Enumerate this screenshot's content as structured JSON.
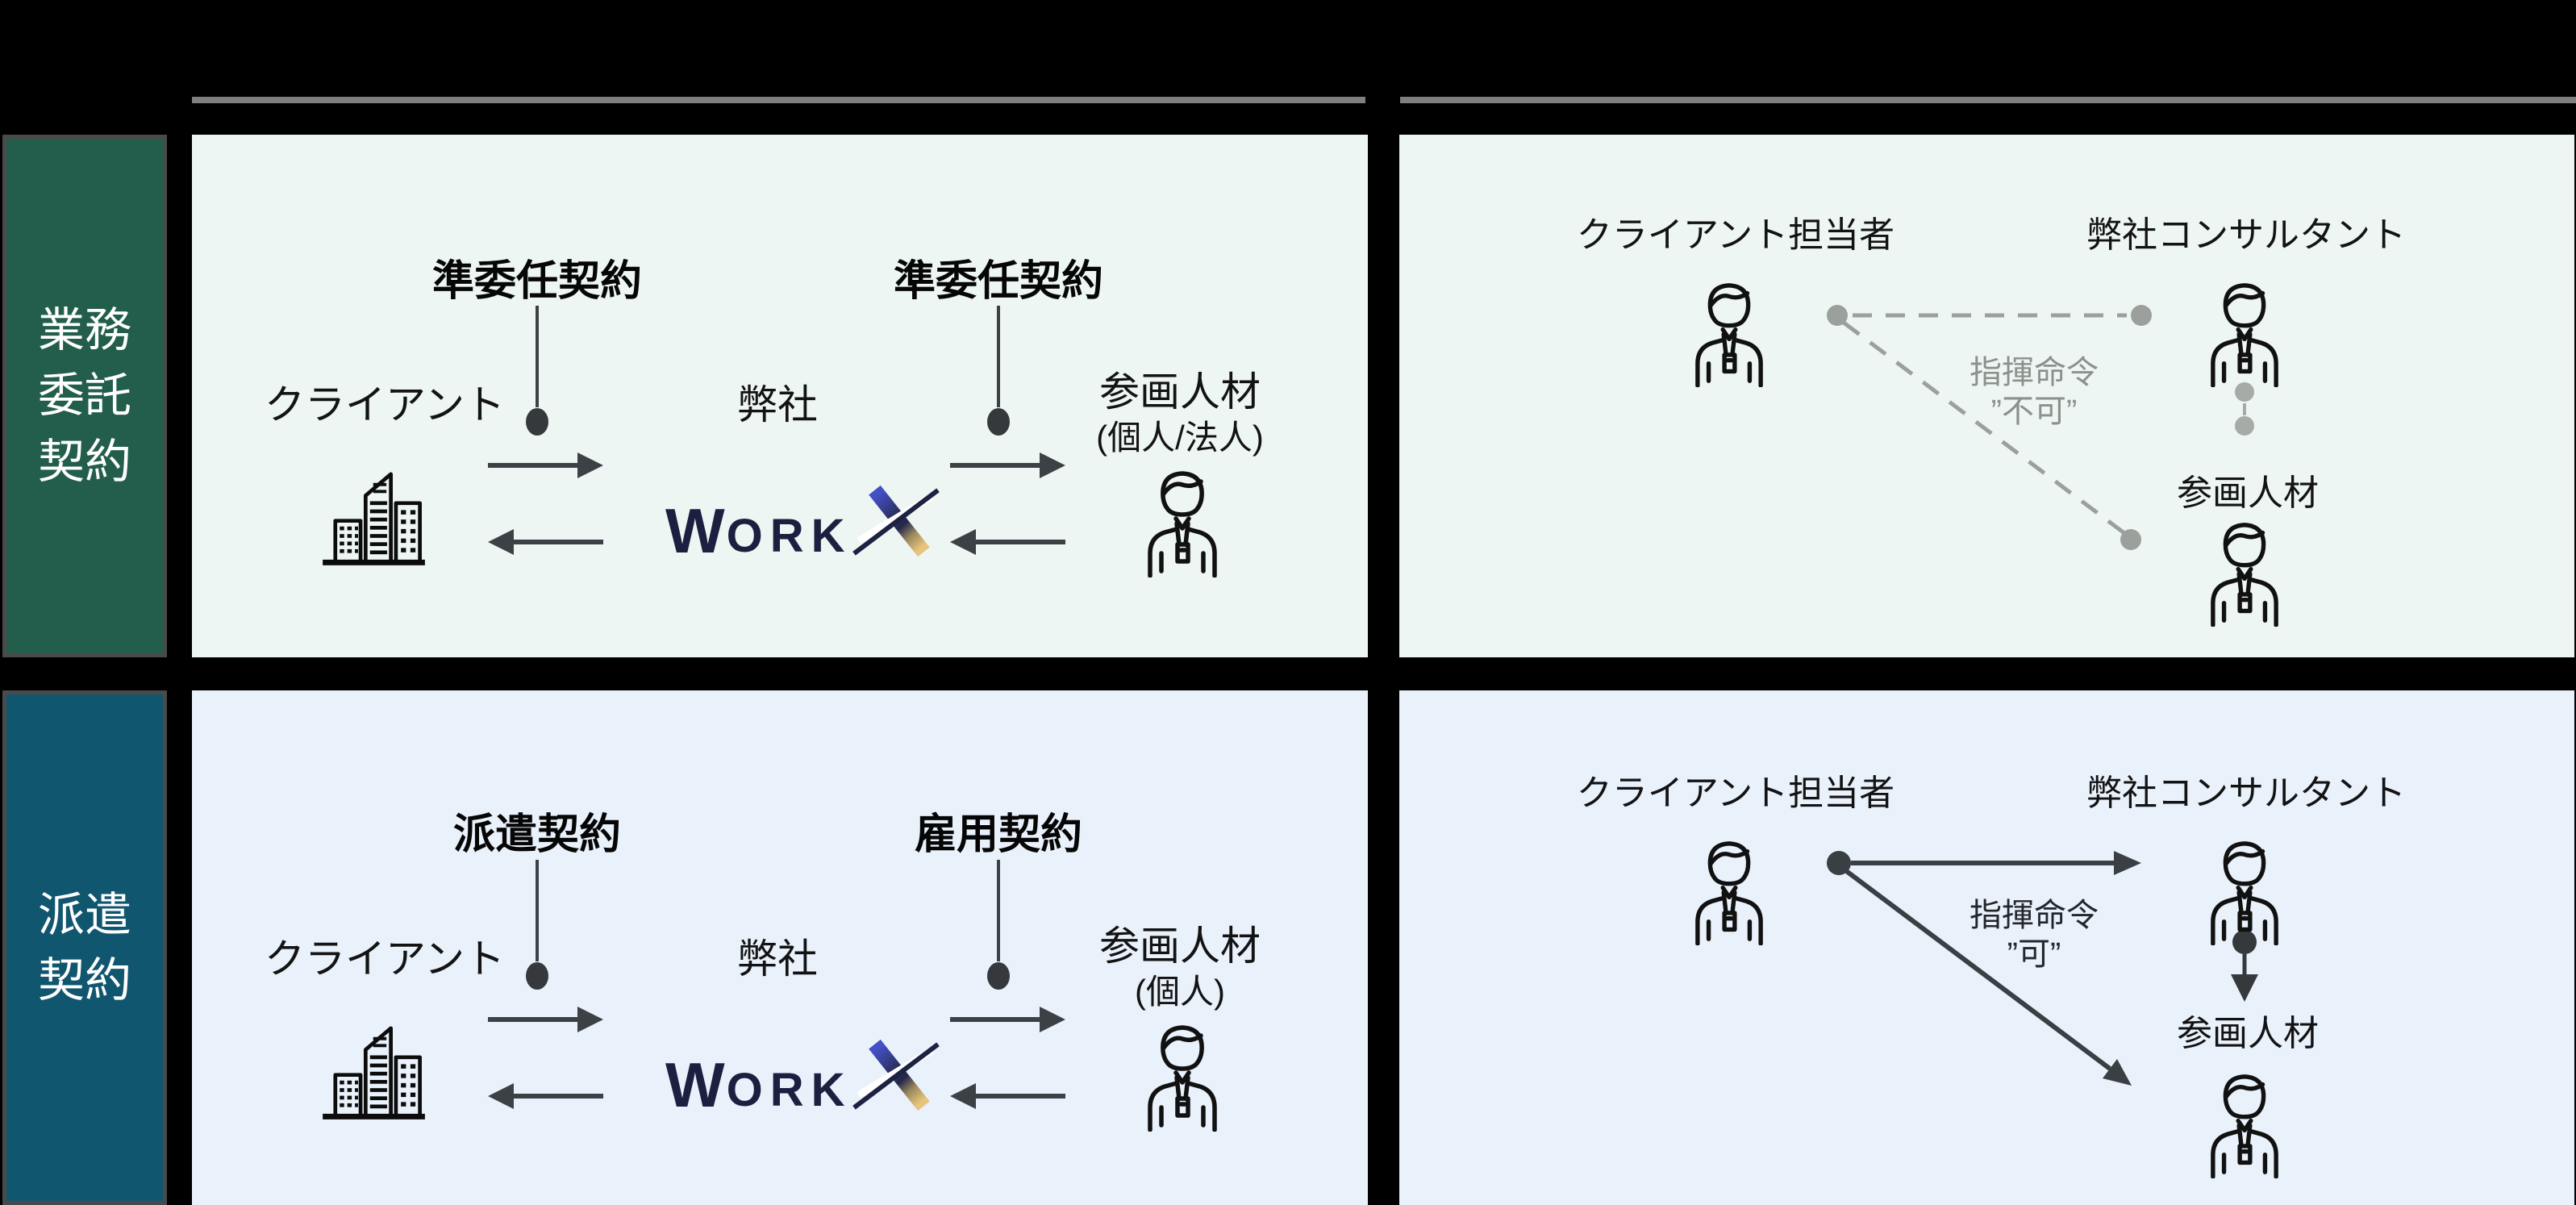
{
  "colors": {
    "background": "#000000",
    "tab_gyomu_bg": "#225e4b",
    "tab_haken_bg": "#11566f",
    "tab_border": "#4a4a4a",
    "panel_top_bg": "#edf6f2",
    "panel_bottom_bg": "#e9f1fb",
    "rule_gray": "#7f7f7f",
    "ink": "#131313",
    "muted_gray": "#9ba09d",
    "arrow_dark": "#3c4146",
    "logo_navy": "#1c2040",
    "logo_blue": "#4450c8",
    "logo_gold": "#e6c47c"
  },
  "tabs": {
    "gyomu": "業務\n委託\n契約",
    "haken": "派遣\n契約"
  },
  "flow_gyomu": {
    "contract_client": "準委任契約",
    "contract_talent": "準委任契約",
    "client": "クライアント",
    "company": "弊社",
    "talent": "参画人材",
    "talent_sub": "(個人/法人)",
    "logo_w": "W",
    "logo_rest": "ORK"
  },
  "org_gyomu": {
    "client_rep": "クライアント担当者",
    "consultant": "弊社コンサルタント",
    "talent": "参画人材",
    "command": "指揮命令",
    "command_status": "”不可”"
  },
  "flow_haken": {
    "contract_client": "派遣契約",
    "contract_talent": "雇用契約",
    "client": "クライアント",
    "company": "弊社",
    "talent": "参画人材",
    "talent_sub": "(個人)",
    "logo_w": "W",
    "logo_rest": "ORK"
  },
  "org_haken": {
    "client_rep": "クライアント担当者",
    "consultant": "弊社コンサルタント",
    "talent": "参画人材",
    "command": "指揮命令",
    "command_status": "”可”"
  }
}
